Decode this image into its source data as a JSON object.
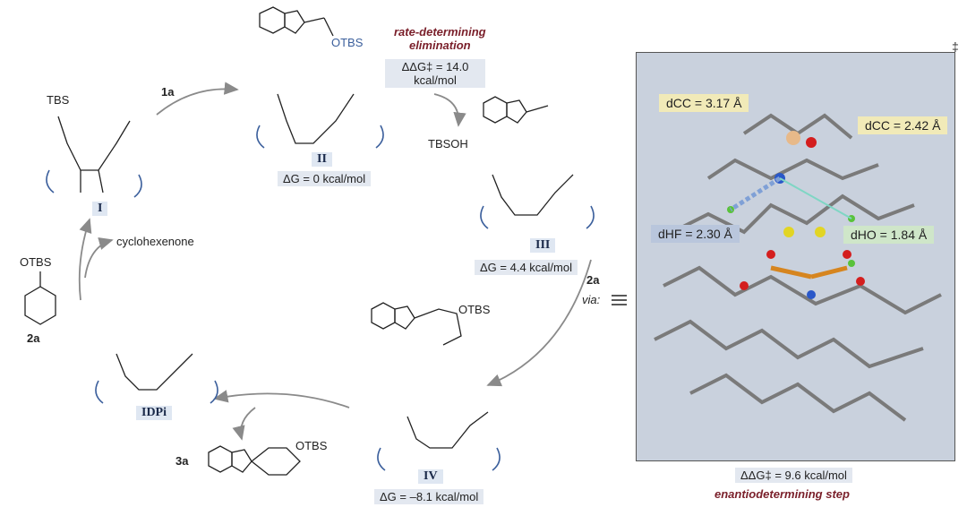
{
  "labels": {
    "reagent_1a": "1a",
    "reagent_2a_right": "2a",
    "reagent_2a_left": "2a",
    "product_3a": "3a",
    "via": "via:",
    "cyclohexenone": "cyclohexenone",
    "tbsoh": "TBSOH",
    "otbs": "OTBS",
    "tbs": "TBS"
  },
  "intermediates": {
    "I": {
      "roman": "I"
    },
    "II": {
      "roman": "II",
      "energy": "ΔG = 0 kcal/mol"
    },
    "III": {
      "roman": "III",
      "energy": "ΔG = 4.4 kcal/mol"
    },
    "IV": {
      "roman": "IV",
      "energy": "ΔG = –8.1 kcal/mol"
    },
    "IDPi": {
      "roman": "IDPi"
    }
  },
  "rate_step": {
    "title": "rate-determining\nelimination",
    "energy": "ΔΔG‡ = 14.0 kcal/mol"
  },
  "ts_panel": {
    "dagger": "‡",
    "d_cc_left": "dCC = 3.17 Å",
    "d_cc_right": "dCC = 2.42 Å",
    "d_hf": "dHF = 2.30 Å",
    "d_ho": "dHO = 1.84 Å",
    "energy": "ΔΔG‡ = 9.6 kcal/mol",
    "step": "enantiodetermining step"
  },
  "colors": {
    "arrow": "#8a8a8a",
    "roman_bg": "#dfe7f2",
    "note": "#7a1f2a",
    "dist_yellow": "#f1eab8",
    "dist_blue": "#b9c6dc",
    "dist_green": "#cfe6c9",
    "panel_bg": "#c9d1dd"
  }
}
